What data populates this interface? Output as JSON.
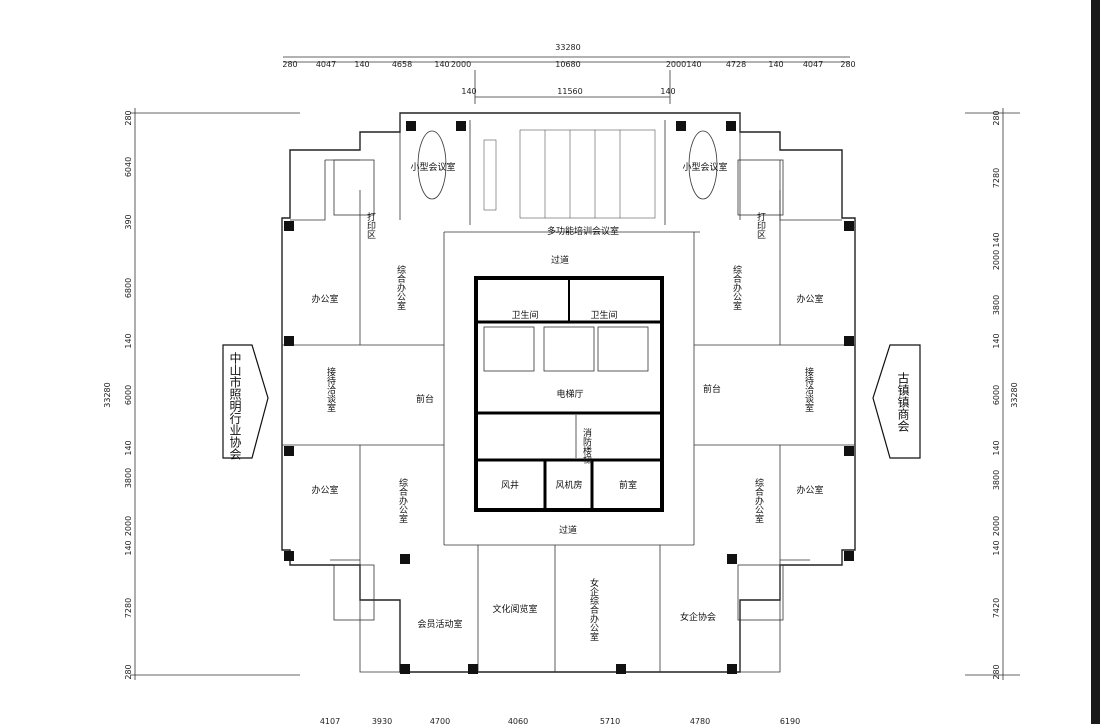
{
  "dimensions": {
    "top_total": "33280",
    "top_row": [
      "280",
      "4047",
      "140",
      "4658",
      "140",
      "2000",
      "10680",
      "2000",
      "140",
      "4728",
      "140",
      "4047",
      "280"
    ],
    "top_inner": [
      "140",
      "11560",
      "140"
    ],
    "left_col": [
      "280",
      "6040",
      "390",
      "6800",
      "140",
      "6000",
      "140",
      "3800",
      "2000",
      "140",
      "7280",
      "280"
    ],
    "left_total": "33280",
    "right_col": [
      "280",
      "7280",
      "140",
      "2000",
      "3800",
      "140",
      "6000",
      "140",
      "3800",
      "2000",
      "140",
      "7420",
      "280"
    ],
    "right_total": "33280",
    "bottom_partial": [
      "4107",
      "3930",
      "4700",
      "4060",
      "5710",
      "4780",
      "6190"
    ]
  },
  "rooms": {
    "small_meeting_left": "小型会议室",
    "small_meeting_right": "小型会议室",
    "training_room": "多功能培训会议室",
    "print_left": "打印区",
    "print_right": "打印区",
    "corridor_top": "过道",
    "restroom_left": "卫生间",
    "restroom_right": "卫生间",
    "office_left_top": "办公室",
    "office_right_top": "办公室",
    "general_office_left_top": "综合办公室",
    "general_office_right_top": "综合办公室",
    "elevator_hall": "电梯厅",
    "reception_left": "接待洽谈室",
    "reception_right": "接待洽谈室",
    "front_desk_left": "前台",
    "front_desk_right": "前台",
    "fire_stairs": "消防楼梯",
    "air_shaft": "风井",
    "fan_room": "风机房",
    "antechamber": "前室",
    "corridor_bottom": "过道",
    "office_left_bottom": "办公室",
    "office_right_bottom": "办公室",
    "general_office_left_bottom": "综合办公室",
    "general_office_right_bottom": "综合办公室",
    "member_activity": "会员活动室",
    "reading_room": "文化阅览室",
    "women_general_office": "女企综合办公室",
    "women_association": "女企协会"
  },
  "signs": {
    "left": "中山市照明行业协会",
    "right": "古镇镇商会"
  }
}
